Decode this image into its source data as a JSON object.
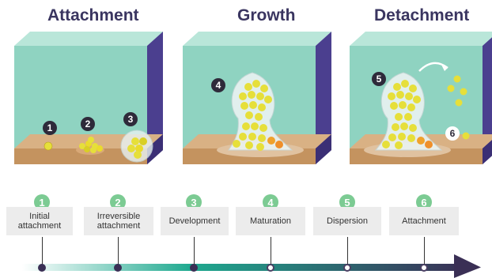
{
  "sections": [
    {
      "title": "Attachment"
    },
    {
      "title": "Growth"
    },
    {
      "title": "Detachment"
    }
  ],
  "scene_markers": [
    "1",
    "2",
    "3",
    "4",
    "5",
    "6"
  ],
  "stages": [
    {
      "number": "1",
      "label": "Initial\nattachment"
    },
    {
      "number": "2",
      "label": "Irreversible\nattachment"
    },
    {
      "number": "3",
      "label": "Development"
    },
    {
      "number": "4",
      "label": "Maturation"
    },
    {
      "number": "5",
      "label": "Dispersion"
    },
    {
      "number": "6",
      "label": "Attachment"
    }
  ],
  "colors": {
    "title": "#3a3560",
    "step_badge": "#7ccb93",
    "stage_box": "#ececec",
    "cube_back": "#8fd3c1",
    "cube_side": "#4b3f8f",
    "floor": "#d9b184",
    "bacteria": "#e6df3a",
    "timeline_start": "#ffffff",
    "timeline_mid": "#1ea98f",
    "timeline_end": "#3a2f55"
  }
}
